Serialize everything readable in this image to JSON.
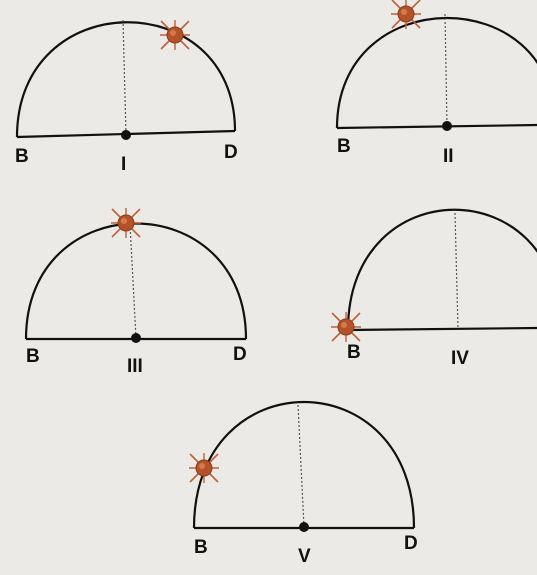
{
  "figures": [
    {
      "roman": "I",
      "left_label": "B",
      "right_label": "D",
      "sun_icon": "sun-icon"
    },
    {
      "roman": "II",
      "left_label": "B",
      "right_label": "",
      "sun_icon": "sun-icon"
    },
    {
      "roman": "III",
      "left_label": "B",
      "right_label": "D",
      "sun_icon": "sun-icon"
    },
    {
      "roman": "IV",
      "left_label": "B",
      "right_label": "",
      "sun_icon": "sun-icon"
    },
    {
      "roman": "V",
      "left_label": "B",
      "right_label": "D",
      "sun_icon": "sun-icon"
    }
  ],
  "colors": {
    "sun_fill": "#b4532a",
    "sun_rays": "#c0603a",
    "background": "#eceae6"
  }
}
